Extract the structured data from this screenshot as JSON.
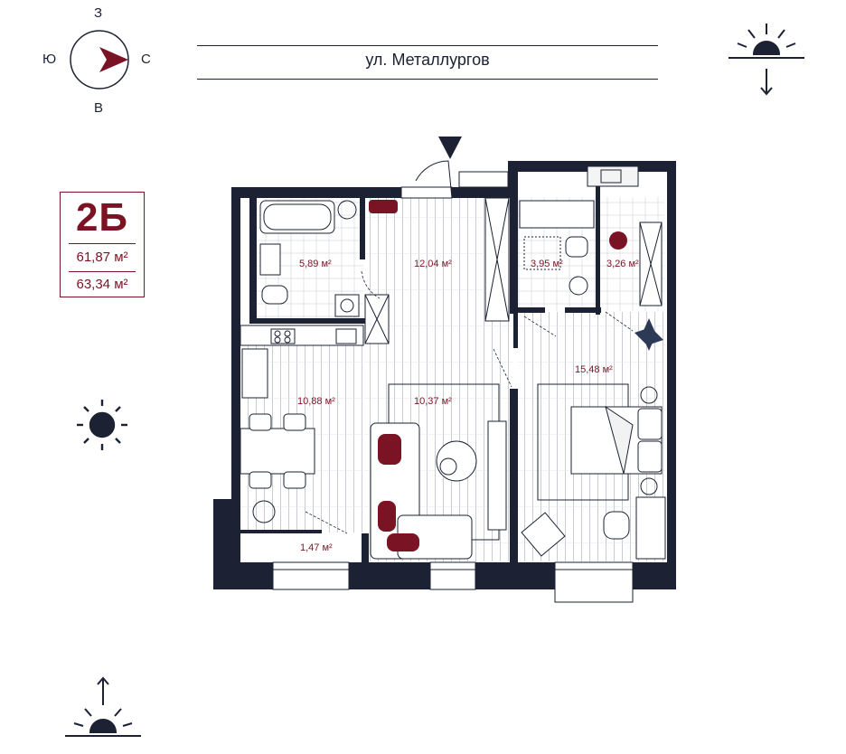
{
  "compass": {
    "north": "З",
    "south": "В",
    "west": "Ю",
    "east": "С"
  },
  "street": {
    "name": "ул. Металлургов"
  },
  "apartment": {
    "code": "2Б",
    "living_area": "61,87 м²",
    "total_area": "63,34 м²"
  },
  "rooms": {
    "bathroom": "5,89 м²",
    "hall": "12,04 м²",
    "toilet_laundry": "3,95 м²",
    "wardrobe": "3,26 м²",
    "kitchen": "10,88 м²",
    "living": "10,37 м²",
    "bedroom": "15,48 м²",
    "balcony": "1,47 м²"
  },
  "colors": {
    "wall": "#1c2233",
    "accent": "#7a1424",
    "floor_line": "#c9ccd3",
    "furniture_fill": "#f2f2f2"
  },
  "icons": {
    "compass": "compass-icon",
    "sunrise": "sunrise-icon",
    "sun": "sun-icon",
    "sunset": "sunset-icon",
    "entrance": "entrance-arrow-icon"
  }
}
